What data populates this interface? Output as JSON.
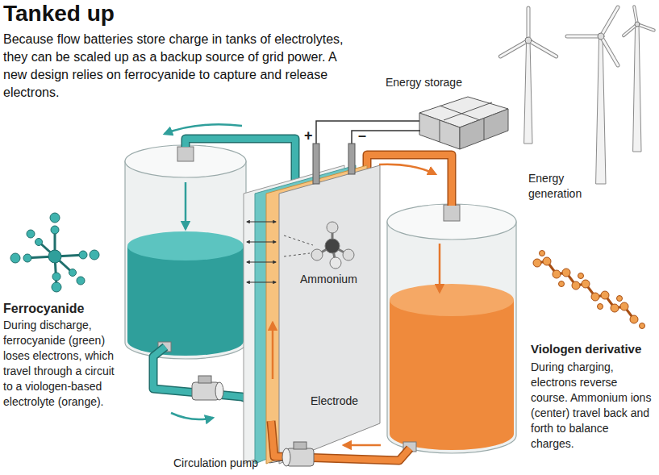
{
  "diagram": {
    "title": "Tanked up",
    "caption": "Because flow batteries store charge in tanks of electrolytes, they can be scaled up as a backup source of grid power. A new design relies on ferrocyanide to capture and release electrons.",
    "labels": [
      "Energy storage",
      "+",
      "–",
      "Energy generation",
      "Ammonium",
      "Ferrocyanide",
      "During discharge, ferrocyanide (green) loses electrons, which travel through a circuit to a viologen-based electrolyte (orange).",
      "Viologen derivative",
      "During charging, electrons reverse course. Ammonium ions (center) travel back and forth to balance charges.",
      "Electrode",
      "Circulation pump"
    ]
  }
}
